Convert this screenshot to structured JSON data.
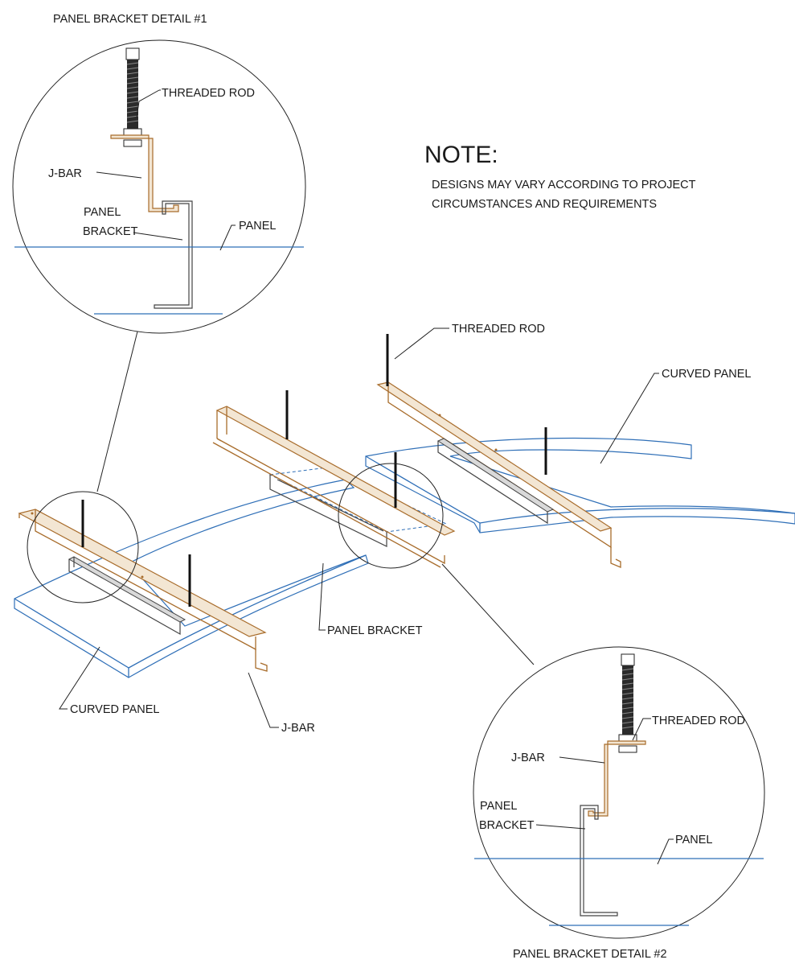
{
  "detail1": {
    "title": "PANEL BRACKET DETAIL #1",
    "threaded_rod": "THREADED ROD",
    "j_bar": "J-BAR",
    "panel_bracket_1": "PANEL",
    "panel_bracket_2": "BRACKET",
    "panel": "PANEL"
  },
  "note": {
    "heading": "NOTE:",
    "line1": "DESIGNS MAY VARY ACCORDING TO PROJECT",
    "line2": "CIRCUMSTANCES AND REQUIREMENTS"
  },
  "main": {
    "threaded_rod": "THREADED ROD",
    "curved_panel_right": "CURVED PANEL",
    "panel_bracket": "PANEL BRACKET",
    "curved_panel_left": "CURVED PANEL",
    "j_bar": "J-BAR"
  },
  "detail2": {
    "title": "PANEL BRACKET DETAIL #2",
    "threaded_rod": "THREADED ROD",
    "j_bar": "J-BAR",
    "panel_bracket_1": "PANEL",
    "panel_bracket_2": "BRACKET",
    "panel": "PANEL"
  },
  "colors": {
    "panel": "#2f6fb7",
    "j_bar": "#a86c2b",
    "bracket": "#444444",
    "text": "#1a1a1a"
  }
}
